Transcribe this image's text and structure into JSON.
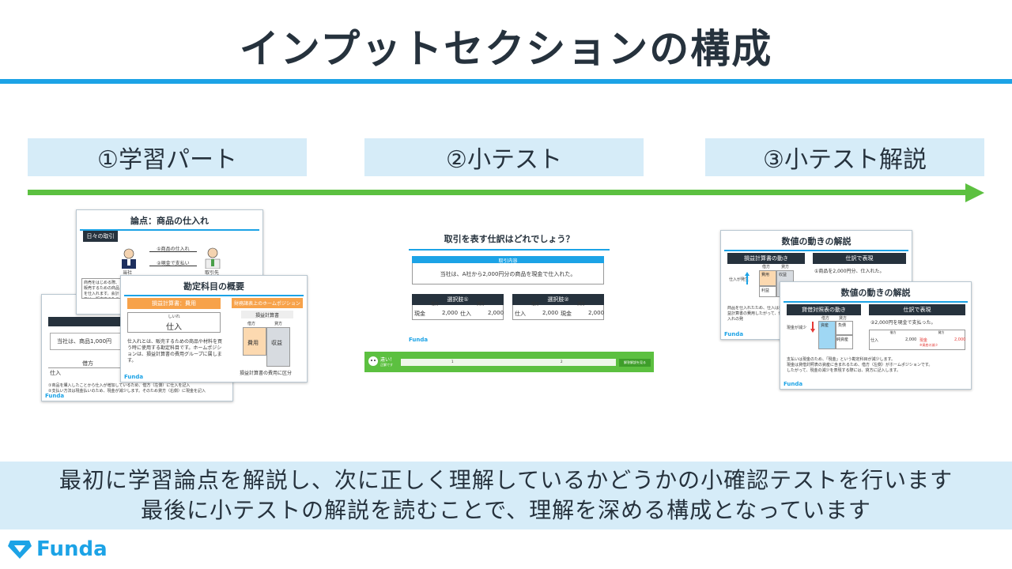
{
  "header": {
    "title": "インプットセクションの構成"
  },
  "steps": [
    {
      "label": "①学習パート"
    },
    {
      "label": "②小テスト"
    },
    {
      "label": "③小テスト解説"
    }
  ],
  "thumb_learning": {
    "slide1_title": "論点：商品の仕入れ",
    "slide1_tag": "日々の取引",
    "slide1_arrow1": "①商品の仕入れ",
    "slide1_arrow2": "②現金で支払い",
    "slide1_left_person": "当社",
    "slide1_right_person": "取引先",
    "slide1_text": "商売をはじめる際、販売するための商品を仕入れます。会計では、販売するために商品を購入することを「仕入」といいます。",
    "slide2_title": "勘定科目の概要",
    "slide2_tag_left": "損益計算書：費用",
    "slide2_tag_right": "財務諸表上のホームポジション",
    "slide2_ruby": "しいれ",
    "slide2_word": "仕入",
    "slide2_box_head": "損益計算書",
    "slide2_debit": "借方",
    "slide2_credit": "貸方",
    "slide2_expense": "費用",
    "slide2_revenue": "収益",
    "slide2_text": "仕入れとは、販売するための商品や材料を買う時に使用する勘定科目です。ホームポジションは、損益計算書の費用グループに属します。",
    "slide2_caption": "損益計算書の費用に区分",
    "slide3_text": "当社は、商品1,000円",
    "slide3_debit": "借方",
    "slide3_item": "仕入",
    "slide3_note1": "①商品を購入したことから仕入が増加しているため、借方（左側）に仕入を記入",
    "slide3_note2": "②支払い方法は現金払いのため、現金が減少します。そのため貸方（右側）に現金を記入",
    "logo": "Funda"
  },
  "thumb_test": {
    "title": "取引を表す仕訳はどれでしょう？",
    "content_tag": "取引内容",
    "content_text": "当社は、A社から2,000円分の商品を現金で仕入れた。",
    "choice1_tag": "選択肢①",
    "choice2_tag": "選択肢②",
    "debit": "借方",
    "credit": "貸方",
    "c1_left_item": "現金",
    "c1_left_amt": "2,000",
    "c1_right_item": "仕入",
    "c1_right_amt": "2,000",
    "c2_left_item": "仕入",
    "c2_left_amt": "2,000",
    "c2_right_item": "現金",
    "c2_right_amt": "2,000",
    "result_text": "違い！",
    "result_sub": "正解です",
    "bar_num1": "1",
    "bar_num2": "2",
    "next_button": "解答解説を見る",
    "logo": "Funda"
  },
  "thumb_explain": {
    "slide1_title": "数値の動きの解説",
    "slide1_tag_left": "損益計算書の動き",
    "slide1_tag_right": "仕訳で表現",
    "slide1_arrow_label": "仕入が発生",
    "slide1_debit": "借方",
    "slide1_credit": "貸方",
    "slide1_expense": "費用",
    "slide1_revenue": "収益",
    "slide1_profit": "利益",
    "slide1_step": "①商品を2,000円分、仕入れた。",
    "slide1_text": "商品を仕入れたため、仕入は損益計算書の費用したがって、仕入れの発",
    "slide2_title": "数値の動きの解説",
    "slide2_tag_left": "貸借対照表の動き",
    "slide2_tag_right": "仕訳で表現",
    "slide2_arrow_label": "現金が減少",
    "slide2_debit": "借方",
    "slide2_credit": "貸方",
    "slide2_asset": "資産",
    "slide2_liability": "負債",
    "slide2_equity": "純資産",
    "slide2_step": "②2,000円を現金で支払った。",
    "slide2_row_left_item": "仕入",
    "slide2_row_left_amt": "2,000",
    "slide2_row_right_item": "現金",
    "slide2_row_right_amt": "2,000",
    "slide2_row_note": "※資産の減少",
    "slide2_text1": "支払いは現金のため、「現金」という勘定科目が減少します。",
    "slide2_text2": "現金は貸借対照表の資産に含まれるため、借方（左側）がホームポジションです。",
    "slide2_text3": "したがって、現金の減少を表現する際には、貸方に記入します。",
    "logo": "Funda"
  },
  "footer": {
    "line1": "最初に学習論点を解説し、次に正しく理解しているかどうかの小確認テストを行います",
    "line2": "最後に小テストの解説を読むことで、理解を深める構成となっています"
  },
  "brand": {
    "name": "Funda",
    "color": "#1ca3e6"
  },
  "colors": {
    "accent": "#1ca3e6",
    "arrow": "#5cc040",
    "step_bg": "#d6ecf8",
    "dark": "#26323d",
    "orange": "#f7a24a"
  }
}
